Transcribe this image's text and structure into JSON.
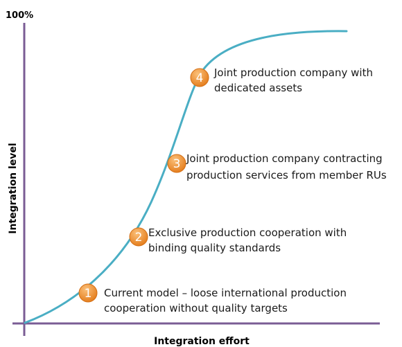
{
  "axes": {
    "y_top_label": "100%",
    "y_label": "Integration level",
    "x_label": "Integration effort"
  },
  "colors": {
    "axis": "#7a5c94",
    "curve": "#4aaec4",
    "badge_light": "#fbc07a",
    "badge_dark": "#e37a18",
    "badge_stroke": "#d36d12"
  },
  "stages": [
    {
      "number": "1",
      "lines": [
        "Current model – loose international production",
        "cooperation without quality targets"
      ]
    },
    {
      "number": "2",
      "lines": [
        "Exclusive production cooperation with",
        "binding quality standards"
      ]
    },
    {
      "number": "3",
      "lines": [
        "Joint production company contracting",
        "production services from member RUs"
      ]
    },
    {
      "number": "4",
      "lines": [
        "Joint production company with",
        "dedicated assets"
      ]
    }
  ]
}
